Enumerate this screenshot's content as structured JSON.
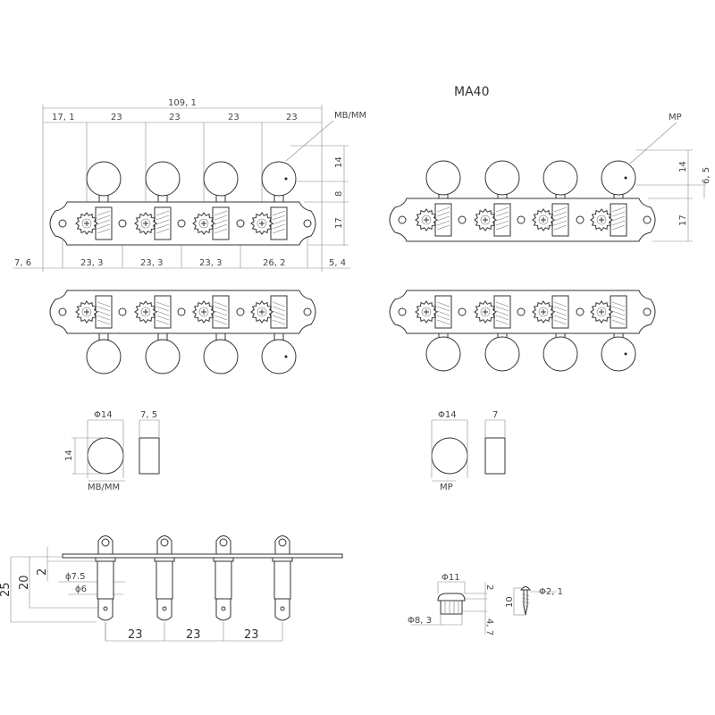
{
  "title": "MA40",
  "top_left": {
    "overall": "109, 1",
    "spacing_top": [
      "17, 1",
      "23",
      "23",
      "23",
      "23"
    ],
    "callout": "MB/MM",
    "spacing_bottom": [
      "7, 6",
      "23, 3",
      "23, 3",
      "23, 3",
      "26, 2",
      "5, 4"
    ],
    "vertical": [
      "14",
      "8",
      "17"
    ]
  },
  "top_right": {
    "callout": "MP",
    "vertical": [
      "14",
      "6, 5",
      "17"
    ]
  },
  "button_mbmm": {
    "diameter": "Φ14",
    "thickness": "7, 5",
    "height": "14",
    "label": "MB/MM"
  },
  "button_mp": {
    "diameter": "Φ14",
    "thickness": "7",
    "label": "MP"
  },
  "side_view": {
    "h25": "25",
    "h20": "20",
    "h2": "2",
    "d75": "ϕ7.5",
    "d6": "ϕ6",
    "spacing": [
      "23",
      "23",
      "23"
    ]
  },
  "bushing": {
    "d11": "Φ11",
    "h2": "2",
    "d83": "Φ8, 3",
    "h47": "4, 7"
  },
  "screw": {
    "d21": "Φ2, 1",
    "len": "10"
  }
}
